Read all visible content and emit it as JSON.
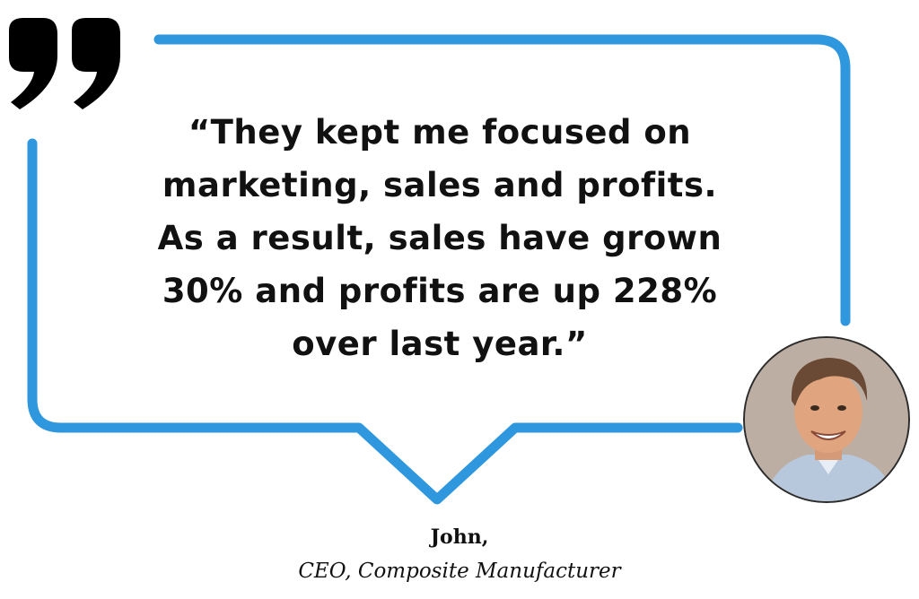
{
  "colors": {
    "frame": "#2f97de",
    "quote_mark": "#000000",
    "text": "#111111",
    "background": "#ffffff"
  },
  "quote": {
    "lines": [
      "“They kept me focused on",
      "marketing, sales and profits.",
      "As a result, sales have grown",
      "30% and profits are up 228%",
      "over last year.”"
    ]
  },
  "attribution": {
    "name": "John,",
    "title": "CEO, Composite Manufacturer"
  },
  "icons": {
    "quote_mark": "closing-quote-mark-icon",
    "avatar": "person-photo"
  }
}
